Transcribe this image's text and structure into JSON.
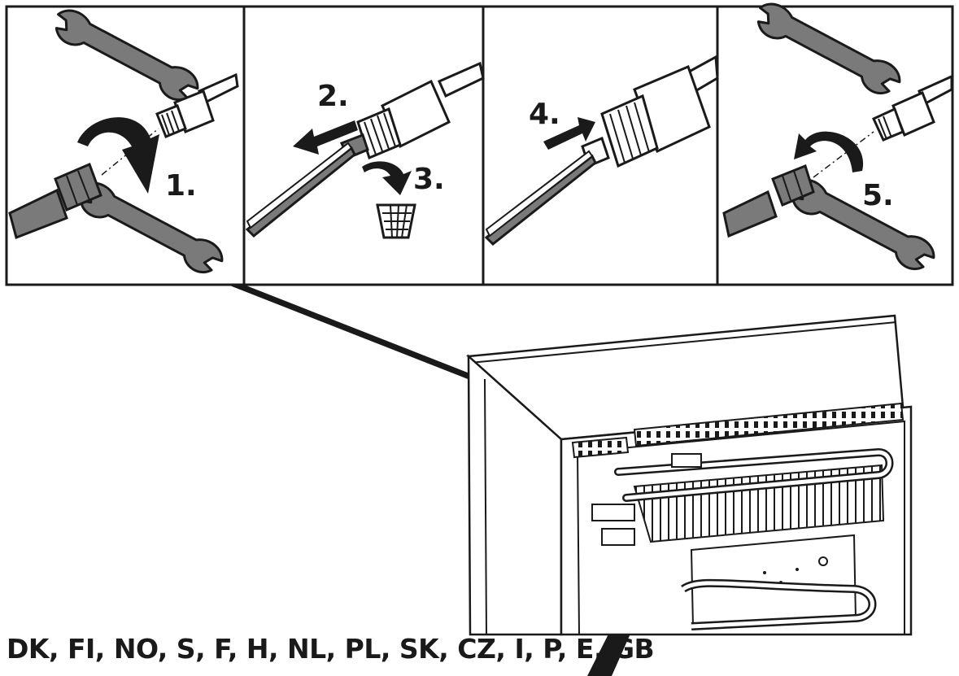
{
  "steps": [
    {
      "number": "1.",
      "action": "loosen-nut"
    },
    {
      "number": "2.",
      "action": "pull-out-filter"
    },
    {
      "number": "3.",
      "action": "discard-filter"
    },
    {
      "number": "4.",
      "action": "insert-new-filter"
    },
    {
      "number": "5.",
      "action": "tighten-nut"
    }
  ],
  "countries": "DK, FI, NO, S, F, H, NL, PL, SK, CZ, I,  P, E, GB",
  "colors": {
    "line": "#1a1a1a",
    "fill_grey": "#7a7a7a",
    "background": "#ffffff"
  }
}
